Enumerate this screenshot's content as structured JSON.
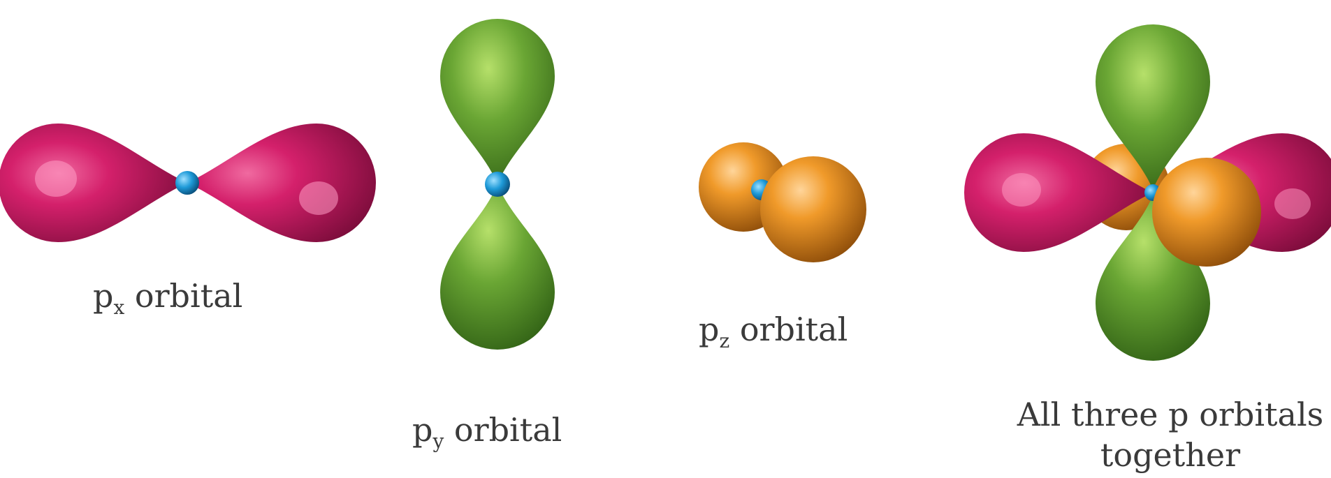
{
  "figure": {
    "panels": [
      {
        "id": "px",
        "label_main": "p",
        "label_sub": "x",
        "label_rest": " orbital"
      },
      {
        "id": "py",
        "label_main": "p",
        "label_sub": "y",
        "label_rest": " orbital"
      },
      {
        "id": "pz",
        "label_main": "p",
        "label_sub": "z",
        "label_rest": " orbital"
      },
      {
        "id": "all",
        "label_line1": "All three p orbitals",
        "label_line2": "together"
      }
    ],
    "colors": {
      "px_lobe": "#c2185b",
      "py_lobe": "#5a9a2c",
      "pz_lobe": "#e38a1a",
      "nucleus": "#1e88c8",
      "text": "#3a3a3a"
    }
  }
}
